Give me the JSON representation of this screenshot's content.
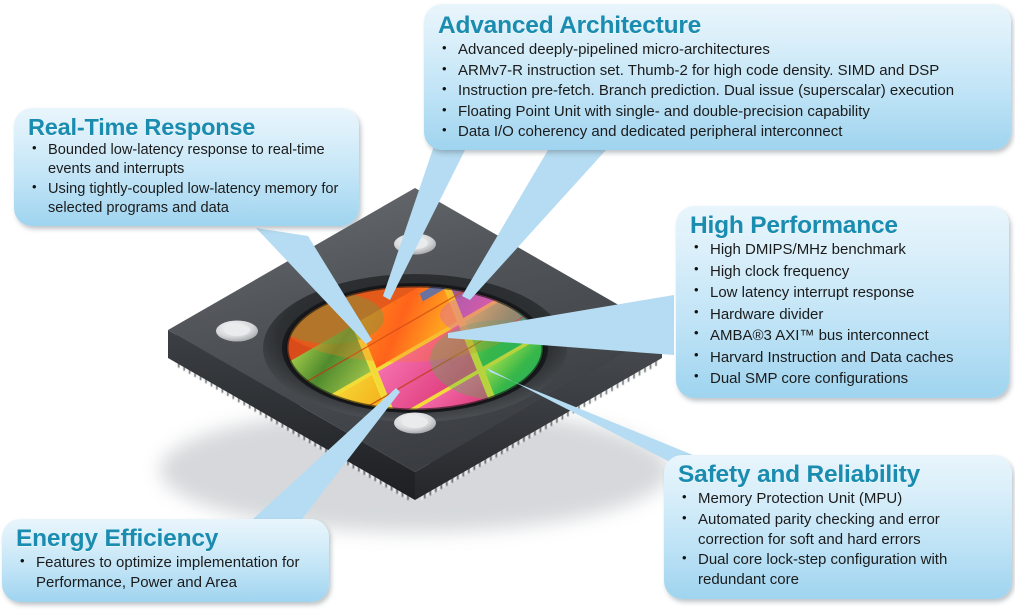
{
  "diagram": {
    "title": "Processor feature callout diagram",
    "accent_title_color": "#1a8cb0",
    "callout_fill_top": "#e9f5fc",
    "callout_fill_bottom": "#9fd4ef",
    "pointer_color": "#b5dcf2",
    "body_text_color": "#1b1b1b",
    "center_graphic": "processor-chip-with-colorful-silicon-die"
  },
  "callouts": {
    "advanced_architecture": {
      "title": "Advanced Architecture",
      "bullets": [
        "Advanced deeply-pipelined micro-architectures",
        "ARMv7-R instruction set. Thumb-2 for high code density. SIMD and DSP",
        "Instruction pre-fetch. Branch prediction. Dual issue (superscalar) execution",
        "Floating Point Unit with single- and double-precision capability",
        "Data I/O coherency and dedicated peripheral interconnect"
      ]
    },
    "real_time_response": {
      "title": "Real-Time Response",
      "bullets": [
        "Bounded low-latency response to real-time events and interrupts",
        "Using tightly-coupled low-latency memory for selected programs and data"
      ]
    },
    "high_performance": {
      "title": "High Performance",
      "bullets": [
        "High DMIPS/MHz benchmark",
        "High clock frequency",
        "Low latency interrupt response",
        "Hardware divider",
        "AMBA®3 AXI™ bus interconnect",
        "Harvard Instruction and Data caches",
        "Dual SMP core configurations"
      ]
    },
    "safety_and_reliability": {
      "title": "Safety and Reliability",
      "bullets": [
        "Memory Protection Unit (MPU)",
        "Automated parity checking and error correction for soft and hard errors",
        "Dual core lock-step configuration with redundant core"
      ]
    },
    "energy_efficiency": {
      "title": "Energy Efficiency",
      "bullets": [
        "Features to optimize implementation for Performance, Power and Area"
      ]
    }
  }
}
